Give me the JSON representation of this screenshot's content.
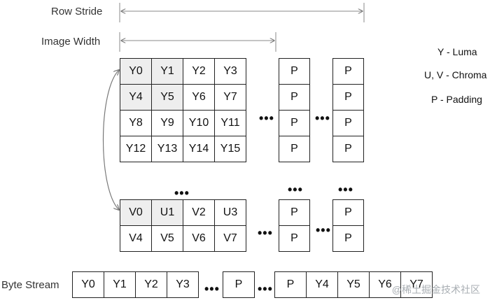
{
  "labels": {
    "row_stride": "Row Stride",
    "image_width": "Image Width",
    "byte_stream": "Byte Stream"
  },
  "legend": {
    "y": "Y - Luma",
    "uv": "U, V - Chroma",
    "p": "P - Padding"
  },
  "y_plane": [
    [
      "Y0",
      "Y1",
      "Y2",
      "Y3"
    ],
    [
      "Y4",
      "Y5",
      "Y6",
      "Y7"
    ],
    [
      "Y8",
      "Y9",
      "Y10",
      "Y11"
    ],
    [
      "Y12",
      "Y13",
      "Y14",
      "Y15"
    ]
  ],
  "uv_plane": [
    [
      "V0",
      "U1",
      "V2",
      "U3"
    ],
    [
      "V4",
      "V5",
      "V6",
      "V7"
    ]
  ],
  "padding_label": "P",
  "ellipsis": "•••",
  "stream": {
    "start": [
      "Y0",
      "Y1",
      "Y2",
      "Y3"
    ],
    "mid": [
      "P"
    ],
    "end": [
      "P",
      "Y4",
      "Y5",
      "Y6",
      "Y7"
    ]
  },
  "watermark": "@稀土掘金技术社区"
}
